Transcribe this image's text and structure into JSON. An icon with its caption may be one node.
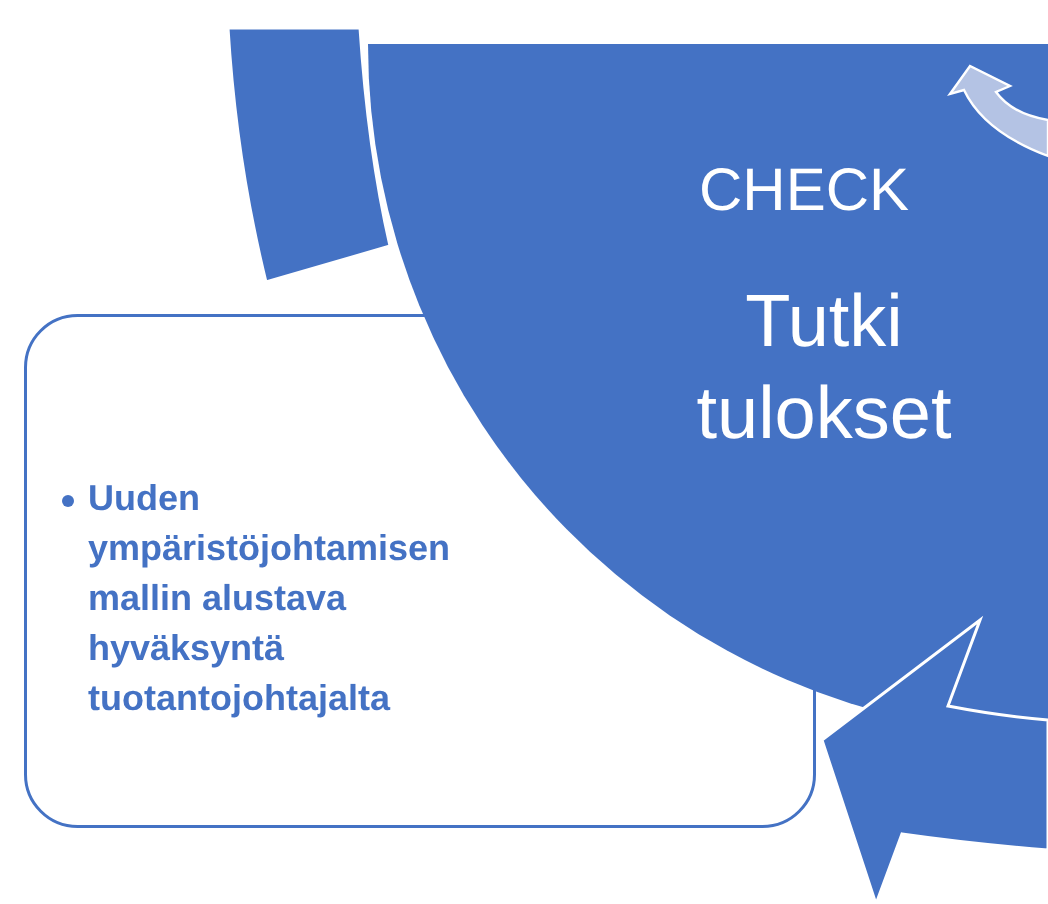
{
  "diagram": {
    "nodes": [
      {
        "text": [
          "Uuden ympäristöjohtamisen mallin alustava hyväksyntä tuotantojohtajalta"
        ]
      },
      {
        "text": [
          "CHECK",
          "Tutki tulokset"
        ]
      }
    ]
  }
}
